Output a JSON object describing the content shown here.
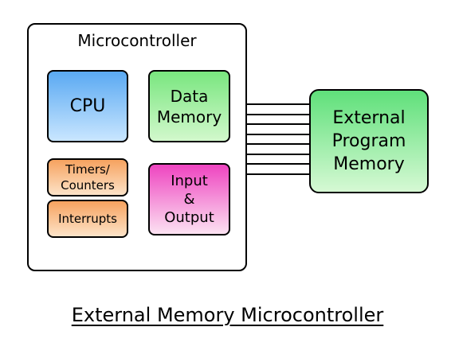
{
  "diagram": {
    "container": {
      "title": "Microcontroller"
    },
    "blocks": {
      "cpu": {
        "lines": [
          "CPU"
        ]
      },
      "data_memory": {
        "lines": [
          "Data",
          "Memory"
        ]
      },
      "timers_counters": {
        "lines": [
          "Timers/",
          "Counters"
        ]
      },
      "interrupts": {
        "lines": [
          "Interrupts"
        ]
      },
      "input_output": {
        "lines": [
          "Input",
          "&",
          "Output"
        ]
      },
      "external_program_memory": {
        "lines": [
          "External",
          "Program",
          "Memory"
        ]
      }
    },
    "bus": {
      "line_count": 8
    },
    "caption": "External Memory Microcontroller"
  }
}
